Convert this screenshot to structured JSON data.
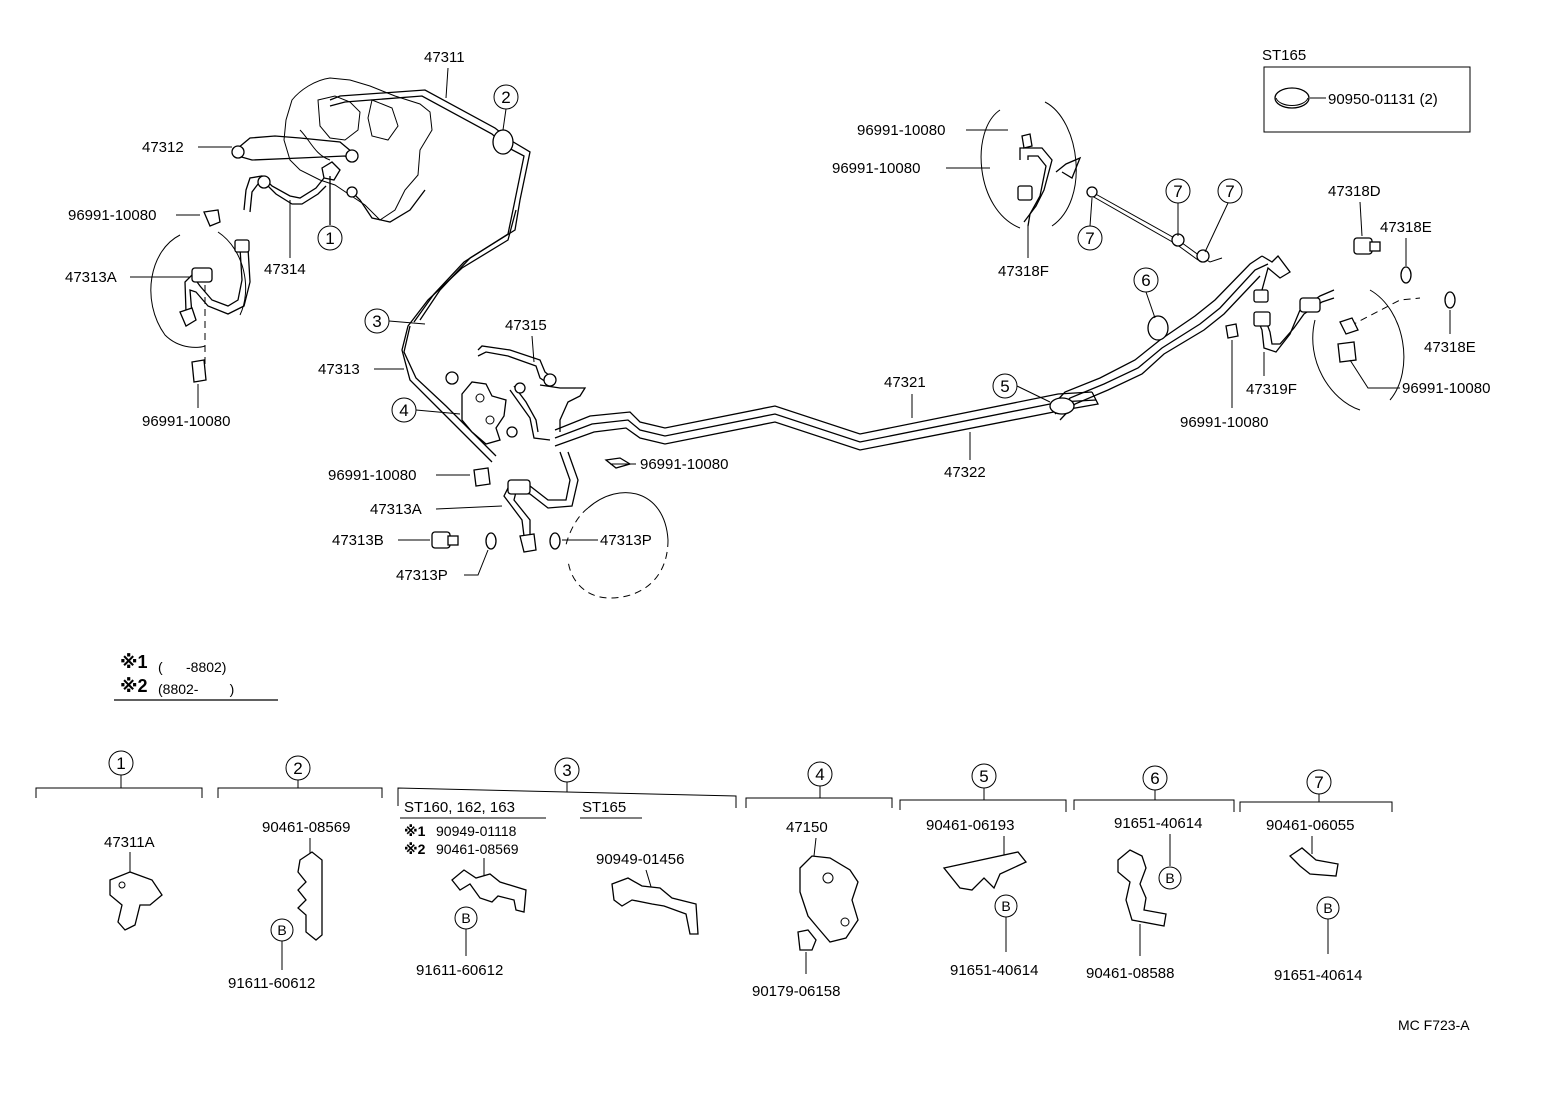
{
  "diagram": {
    "code": "MC F723-A",
    "callouts": [
      "1",
      "2",
      "3",
      "4",
      "5",
      "6",
      "7"
    ],
    "top_labels": {
      "l47311": "47311",
      "l47312": "47312",
      "l96991a": "96991-10080",
      "l47313a_left": "47313A",
      "l47314": "47314",
      "l96991b": "96991-10080",
      "l47313": "47313",
      "l47315": "47315",
      "l96991c": "96991-10080",
      "l96991d": "96991-10080",
      "l47313a_mid": "47313A",
      "l47313b": "47313B",
      "l47313p_a": "47313P",
      "l47313p_b": "47313P",
      "l47321": "47321",
      "l47322": "47322",
      "l96991e": "96991-10080",
      "l96991f": "96991-10080",
      "l47318f": "47318F",
      "l47318d": "47318D",
      "l47318e_a": "47318E",
      "l47318e_b": "47318E",
      "l47319f": "47319F",
      "l96991g": "96991-10080",
      "l96991h": "96991-10080"
    },
    "st165_box": {
      "title": "ST165",
      "part": "90950-01131 (2)"
    },
    "notes": {
      "n1_mark": "※1",
      "n1_text": "(      -8802)",
      "n2_mark": "※2",
      "n2_text": "(8802-        )"
    },
    "groups": {
      "g1": {
        "num": "1",
        "parts": [
          "47311A"
        ]
      },
      "g2": {
        "num": "2",
        "parts": [
          "90461-08569",
          "91611-60612"
        ],
        "bolt": "B"
      },
      "g3": {
        "num": "3",
        "sub_a": "ST160, 162, 163",
        "sub_b": "ST165",
        "m1": "※1",
        "p1": "90949-01118",
        "m2": "※2",
        "p2": "90461-08569",
        "p3": "91611-60612",
        "p4": "90949-01456",
        "bolt": "B"
      },
      "g4": {
        "num": "4",
        "parts": [
          "47150",
          "90179-06158"
        ]
      },
      "g5": {
        "num": "5",
        "parts": [
          "90461-06193",
          "91651-40614"
        ],
        "bolt": "B"
      },
      "g6": {
        "num": "6",
        "parts": [
          "91651-40614",
          "90461-08588"
        ],
        "bolt": "B"
      },
      "g7": {
        "num": "7",
        "parts": [
          "90461-06055",
          "91651-40614"
        ],
        "bolt": "B"
      }
    }
  }
}
